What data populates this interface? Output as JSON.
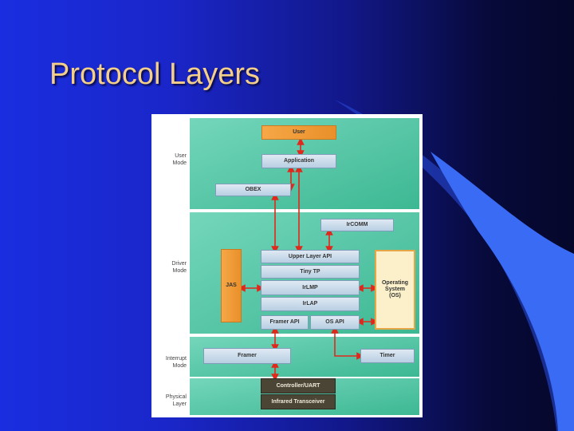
{
  "slide": {
    "title": "Protocol Layers"
  },
  "diagram": {
    "modes": {
      "user": "User\nMode",
      "driver": "Driver\nMode",
      "interrupt": "Interrupt\nMode",
      "physical": "Physical\nLayer"
    },
    "boxes": {
      "user": "User",
      "application": "Application",
      "obex": "OBEX",
      "ircomm": "IrCOMM",
      "upper_layer_api": "Upper Layer API",
      "tiny_tp": "Tiny TP",
      "irlmp": "IrLMP",
      "irlap": "IrLAP",
      "jas": "JAS",
      "os": "Operating\nSystem\n(OS)",
      "framer_api": "Framer API",
      "os_api": "OS API",
      "framer": "Framer",
      "timer": "Timer",
      "controller_uart": "Controller/UART",
      "infrared_transceiver": "Infrared Transceiver"
    },
    "colors": {
      "band": "#46c3a0",
      "arrow": "#e0281c",
      "box_blue": "#c8d8e8",
      "box_orange": "#f29a3a"
    }
  }
}
